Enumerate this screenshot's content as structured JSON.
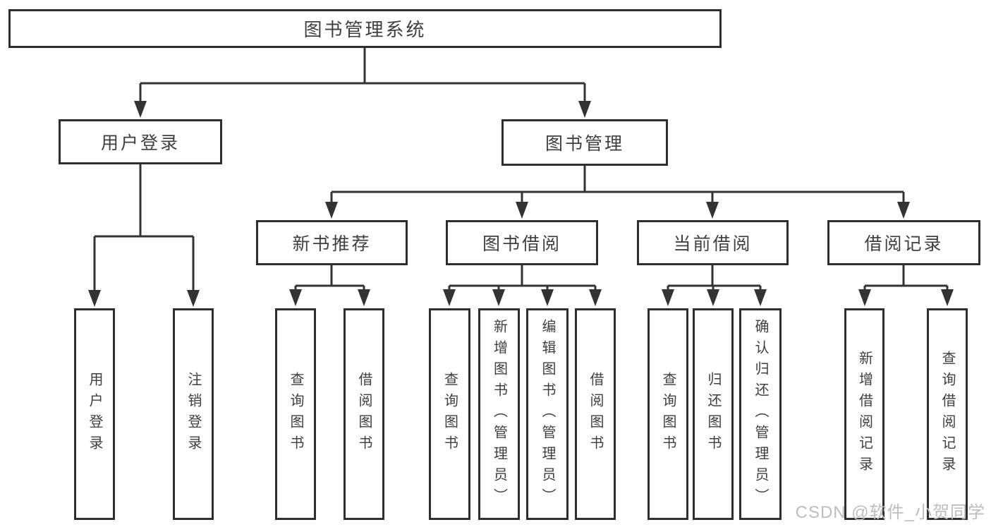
{
  "tree": {
    "root": {
      "label": "图书管理系统"
    },
    "children": [
      {
        "label": "用户登录",
        "children": [
          {
            "label": "用户登录"
          },
          {
            "label": "注销登录"
          }
        ]
      },
      {
        "label": "图书管理",
        "children": [
          {
            "label": "新书推荐",
            "children": [
              {
                "label": "查询图书"
              },
              {
                "label": "借阅图书"
              }
            ]
          },
          {
            "label": "图书借阅",
            "children": [
              {
                "label": "查询图书"
              },
              {
                "label": "新增图书（管理员）"
              },
              {
                "label": "编辑图书（管理员）"
              },
              {
                "label": "借阅图书"
              }
            ]
          },
          {
            "label": "当前借阅",
            "children": [
              {
                "label": "查询图书"
              },
              {
                "label": "归还图书"
              },
              {
                "label": "确认归还（管理员）"
              }
            ]
          },
          {
            "label": "借阅记录",
            "children": [
              {
                "label": "新增借阅记录"
              },
              {
                "label": "查询借阅记录"
              }
            ]
          }
        ]
      }
    ]
  },
  "watermark": {
    "text": "CSDN @软件_小贺同学"
  },
  "colors": {
    "line": "#333333",
    "box_border": "#2e2e2e",
    "text": "#3f3f3f",
    "watermark": "#bdbdbd",
    "background": "#ffffff"
  }
}
